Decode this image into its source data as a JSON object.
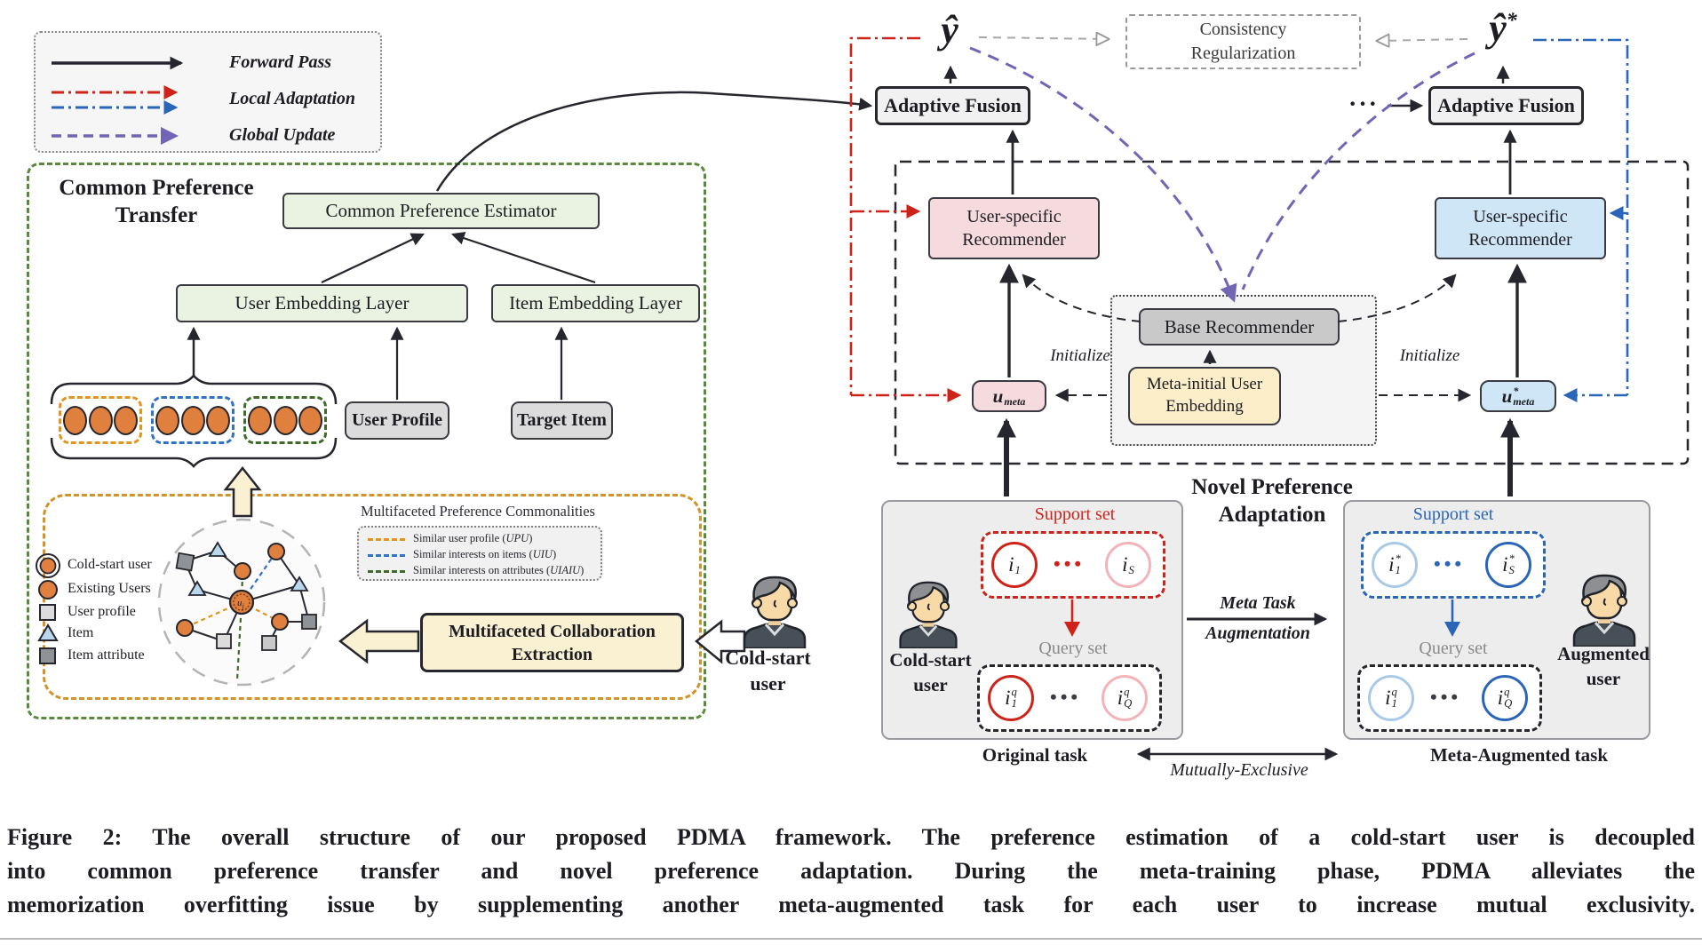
{
  "palette": {
    "red": "#cf231a",
    "blue": "#2a66b8",
    "light_blue": "#a9c9e8",
    "blue_fill": "#cfe6f7",
    "purple": "#7365b5",
    "orange": "#e3941e",
    "swatch_blue": "#2f72c6",
    "green": "#3e6b28",
    "panel_green": "#5c8a3c",
    "pink": "#f6dbde",
    "cream": "#faf0d2",
    "yellow": "#fbeec9",
    "light_green": "#eaf2e1",
    "node_orange": "#e0803e"
  },
  "legend": {
    "forward_pass": "Forward Pass",
    "local_adaptation": "Local Adaptation",
    "global_update": "Global Update"
  },
  "left": {
    "title1": "Common Preference",
    "title2": "Transfer",
    "estimator": "Common Preference Estimator",
    "user_embedding": "User Embedding Layer",
    "item_embedding": "Item Embedding Layer",
    "user_profile": "User Profile",
    "target_item": "Target Item",
    "graph_legend": [
      "Cold-start user",
      "Existing Users",
      "User profile",
      "Item",
      "Item attribute"
    ],
    "center_node": {
      "base": "u",
      "sub": "j"
    },
    "commonalities": {
      "title": "Multifaceted Preference Commonalities",
      "rows": [
        {
          "text": "Similar user profile (",
          "acr": "UPU",
          "close": ")"
        },
        {
          "text": "Similar interests on items  (",
          "acr": "UIU",
          "close": ")"
        },
        {
          "text": "Similar interests on attributes (",
          "acr": "UIAIU",
          "close": ")"
        }
      ]
    },
    "extraction1": "Multifaceted Collaboration",
    "extraction2": "Extraction",
    "cold_user1": "Cold-start",
    "cold_user2": "user"
  },
  "right": {
    "y_hat": "ŷ",
    "star": "*",
    "consistency1": "Consistency",
    "consistency2": "Regularization",
    "adaptive_fusion": "Adaptive Fusion",
    "dots": "···",
    "user_specific1": "User-specific",
    "user_specific2": "Recommender",
    "base_recommender": "Base Recommender",
    "meta_initial1": "Meta-initial User",
    "meta_initial2": "Embedding",
    "initialize": "Initialize",
    "u_meta": {
      "base": "u",
      "sub": "meta"
    },
    "u_meta_star": {
      "base": "u",
      "sup": "*",
      "sub": "meta"
    },
    "novel1": "Novel Preference",
    "novel2": "Adaptation"
  },
  "tasks": {
    "dots": "•••",
    "original": {
      "support_label": "Support set",
      "query_label": "Query set",
      "i_first": {
        "base": "i",
        "sub": "1"
      },
      "i_last": {
        "base": "i",
        "sub": "S"
      },
      "q_first": {
        "base": "i",
        "sub": "1",
        "sup": "q"
      },
      "q_last": {
        "base": "i",
        "sub": "Q",
        "sup": "q"
      },
      "user1": "Cold-start",
      "user2": "user",
      "caption": "Original task"
    },
    "augmented": {
      "support_label": "Support set",
      "query_label": "Query set",
      "i_first": {
        "base": "i",
        "sub": "1",
        "sup": "*"
      },
      "i_last": {
        "base": "i",
        "sub": "S",
        "sup": "*"
      },
      "q_first": {
        "base": "i",
        "sub": "1",
        "sup": "q"
      },
      "q_last": {
        "base": "i",
        "sub": "Q",
        "sup": "q"
      },
      "user1": "Augmented",
      "user2": "user",
      "caption": "Meta-Augmented task"
    },
    "meta_task1": "Meta Task",
    "meta_task2": "Augmentation",
    "mutually": "Mutually-Exclusive"
  },
  "caption": {
    "line1": "Figure 2: The overall structure of our proposed PDMA framework. The preference estimation of a cold-start user is decoupled",
    "line2": "into common preference transfer and novel preference adaptation. During the meta-training phase, PDMA alleviates the",
    "line3": "memorization overfitting issue by supplementing another meta-augmented task for each user to increase mutual exclusivity."
  }
}
